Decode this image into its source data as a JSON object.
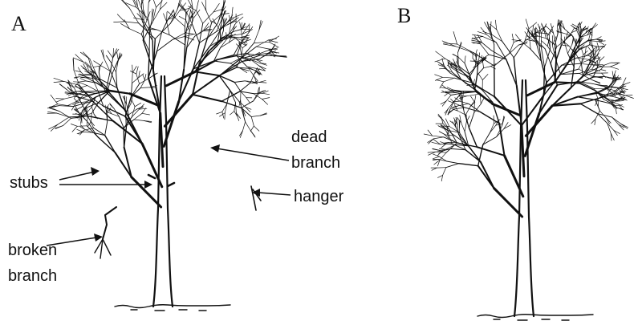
{
  "panels": [
    {
      "letter": "A",
      "labels": [
        {
          "key": "dead_branch",
          "lines": [
            "dead",
            "branch"
          ]
        },
        {
          "key": "stubs",
          "lines": [
            "stubs"
          ]
        },
        {
          "key": "hanger",
          "lines": [
            "hanger"
          ]
        },
        {
          "key": "broken_branch",
          "lines": [
            "broken",
            "branch"
          ]
        }
      ]
    },
    {
      "letter": "B",
      "labels": []
    }
  ],
  "colors": {
    "ink": "#111111",
    "background": "#ffffff"
  },
  "icons": [
    "tree-before-pruning-illustration",
    "tree-after-pruning-illustration"
  ]
}
